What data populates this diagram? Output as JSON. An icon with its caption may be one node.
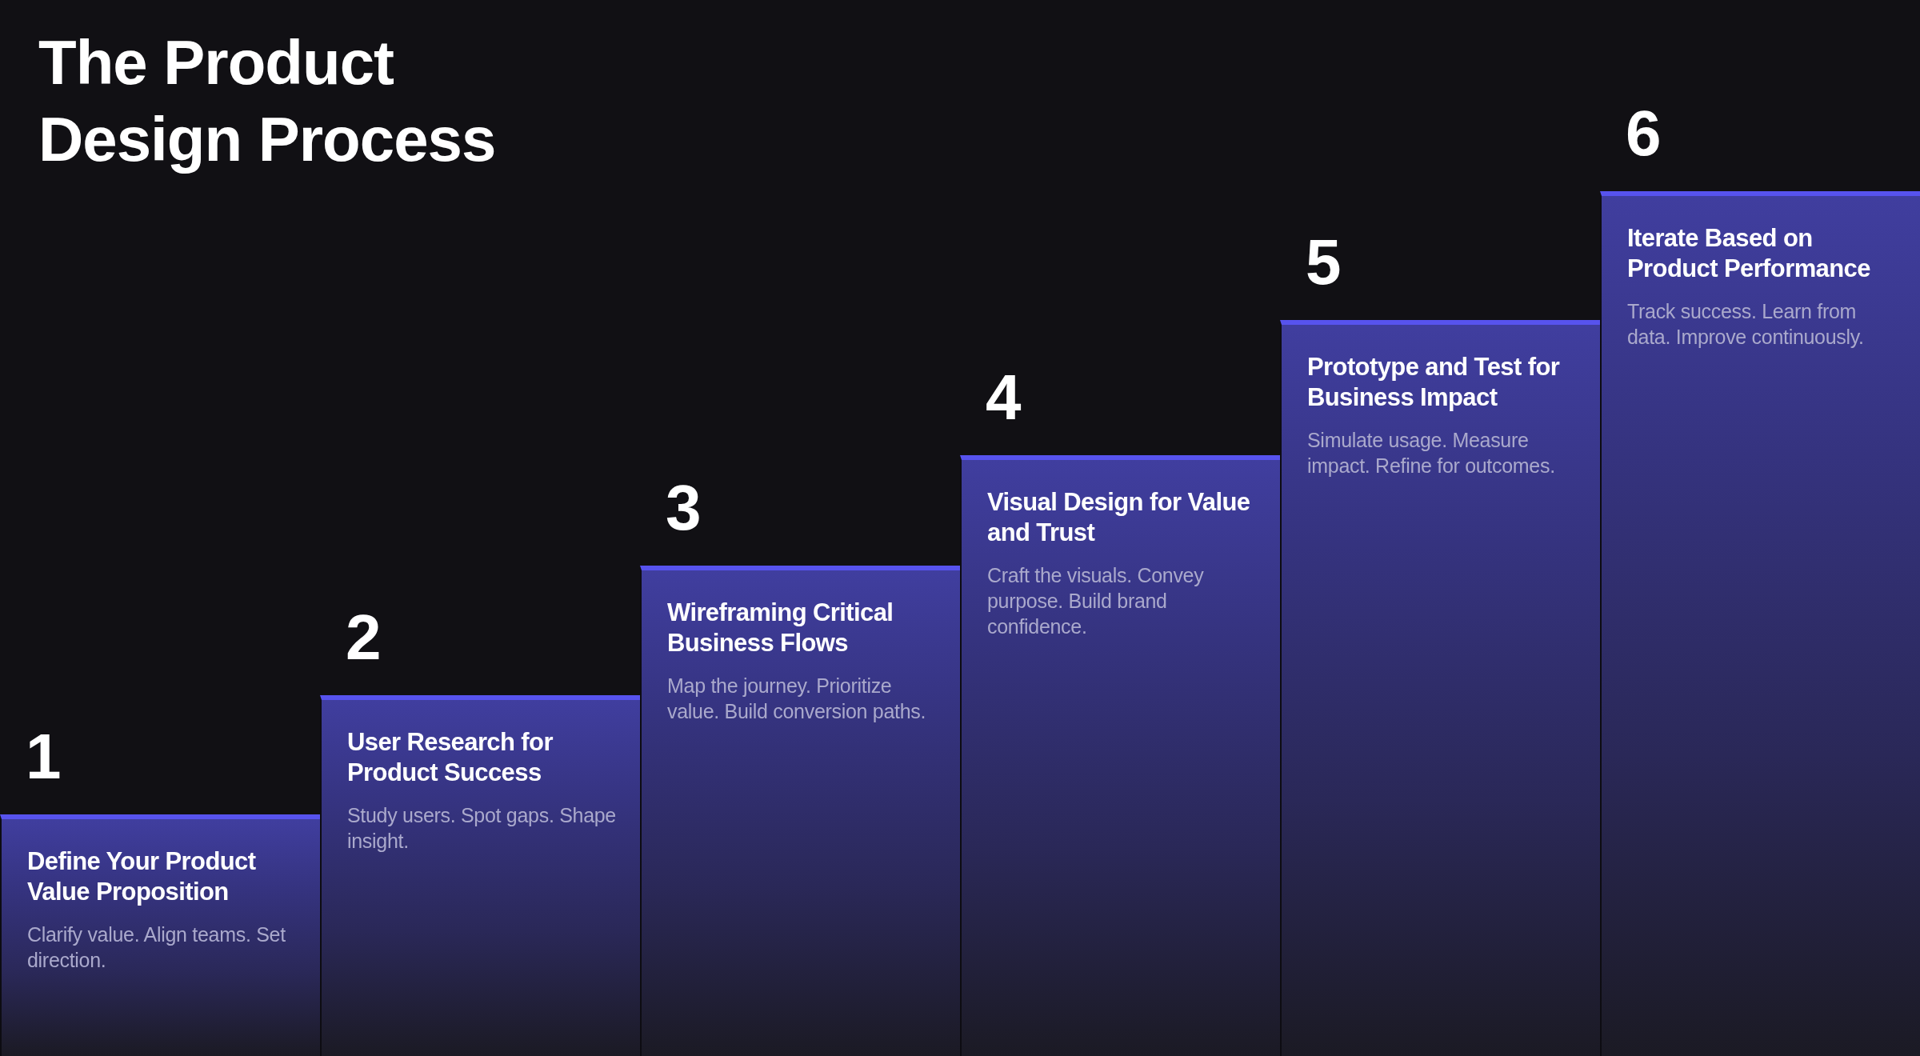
{
  "diagram": {
    "title": "The Product Design Process",
    "nodes": [
      {
        "text": [
          "Define Your Product Value Proposition",
          "Clarify value. Align teams. Set direction."
        ],
        "beside": [
          "1"
        ]
      },
      {
        "text": [
          "User Research for Product Success",
          "Study users. Spot gaps. Shape insight."
        ],
        "beside": [
          "2"
        ]
      },
      {
        "text": [
          "Wireframing Critical Business Flows",
          "Map the journey. Prioritize value. Build conversion paths."
        ],
        "beside": [
          "3"
        ]
      },
      {
        "text": [
          "Visual Design for Value and Trust",
          "Craft the visuals. Convey purpose. Build brand confidence."
        ],
        "beside": [
          "4"
        ]
      },
      {
        "text": [
          "Prototype and Test for Business Impact",
          "Simulate usage. Measure impact. Refine for outcomes."
        ],
        "beside": [
          "5"
        ]
      },
      {
        "text": [
          "Iterate Based on Product Performance",
          "Track success. Learn from data. Improve continuously."
        ],
        "beside": [
          "6"
        ]
      }
    ]
  }
}
